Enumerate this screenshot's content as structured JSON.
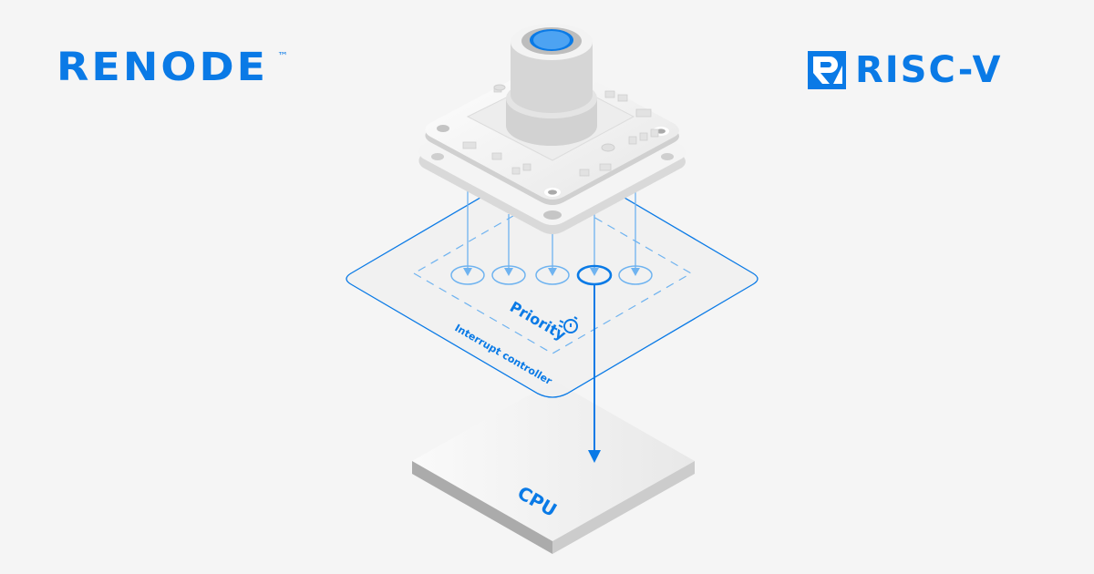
{
  "logos": {
    "left": {
      "text": "RENODE",
      "trademark": "™"
    },
    "right": {
      "text": "RISC-V"
    }
  },
  "diagram": {
    "device": "camera-module",
    "controller_label": "Interrupt controller",
    "priority_label": "Priority",
    "cpu_label": "CPU",
    "interrupt_lines": 5,
    "selected_line_index": 3
  },
  "colors": {
    "accent": "#0a7ae6",
    "light_accent": "#6fb3f0",
    "background": "#f5f5f5"
  }
}
